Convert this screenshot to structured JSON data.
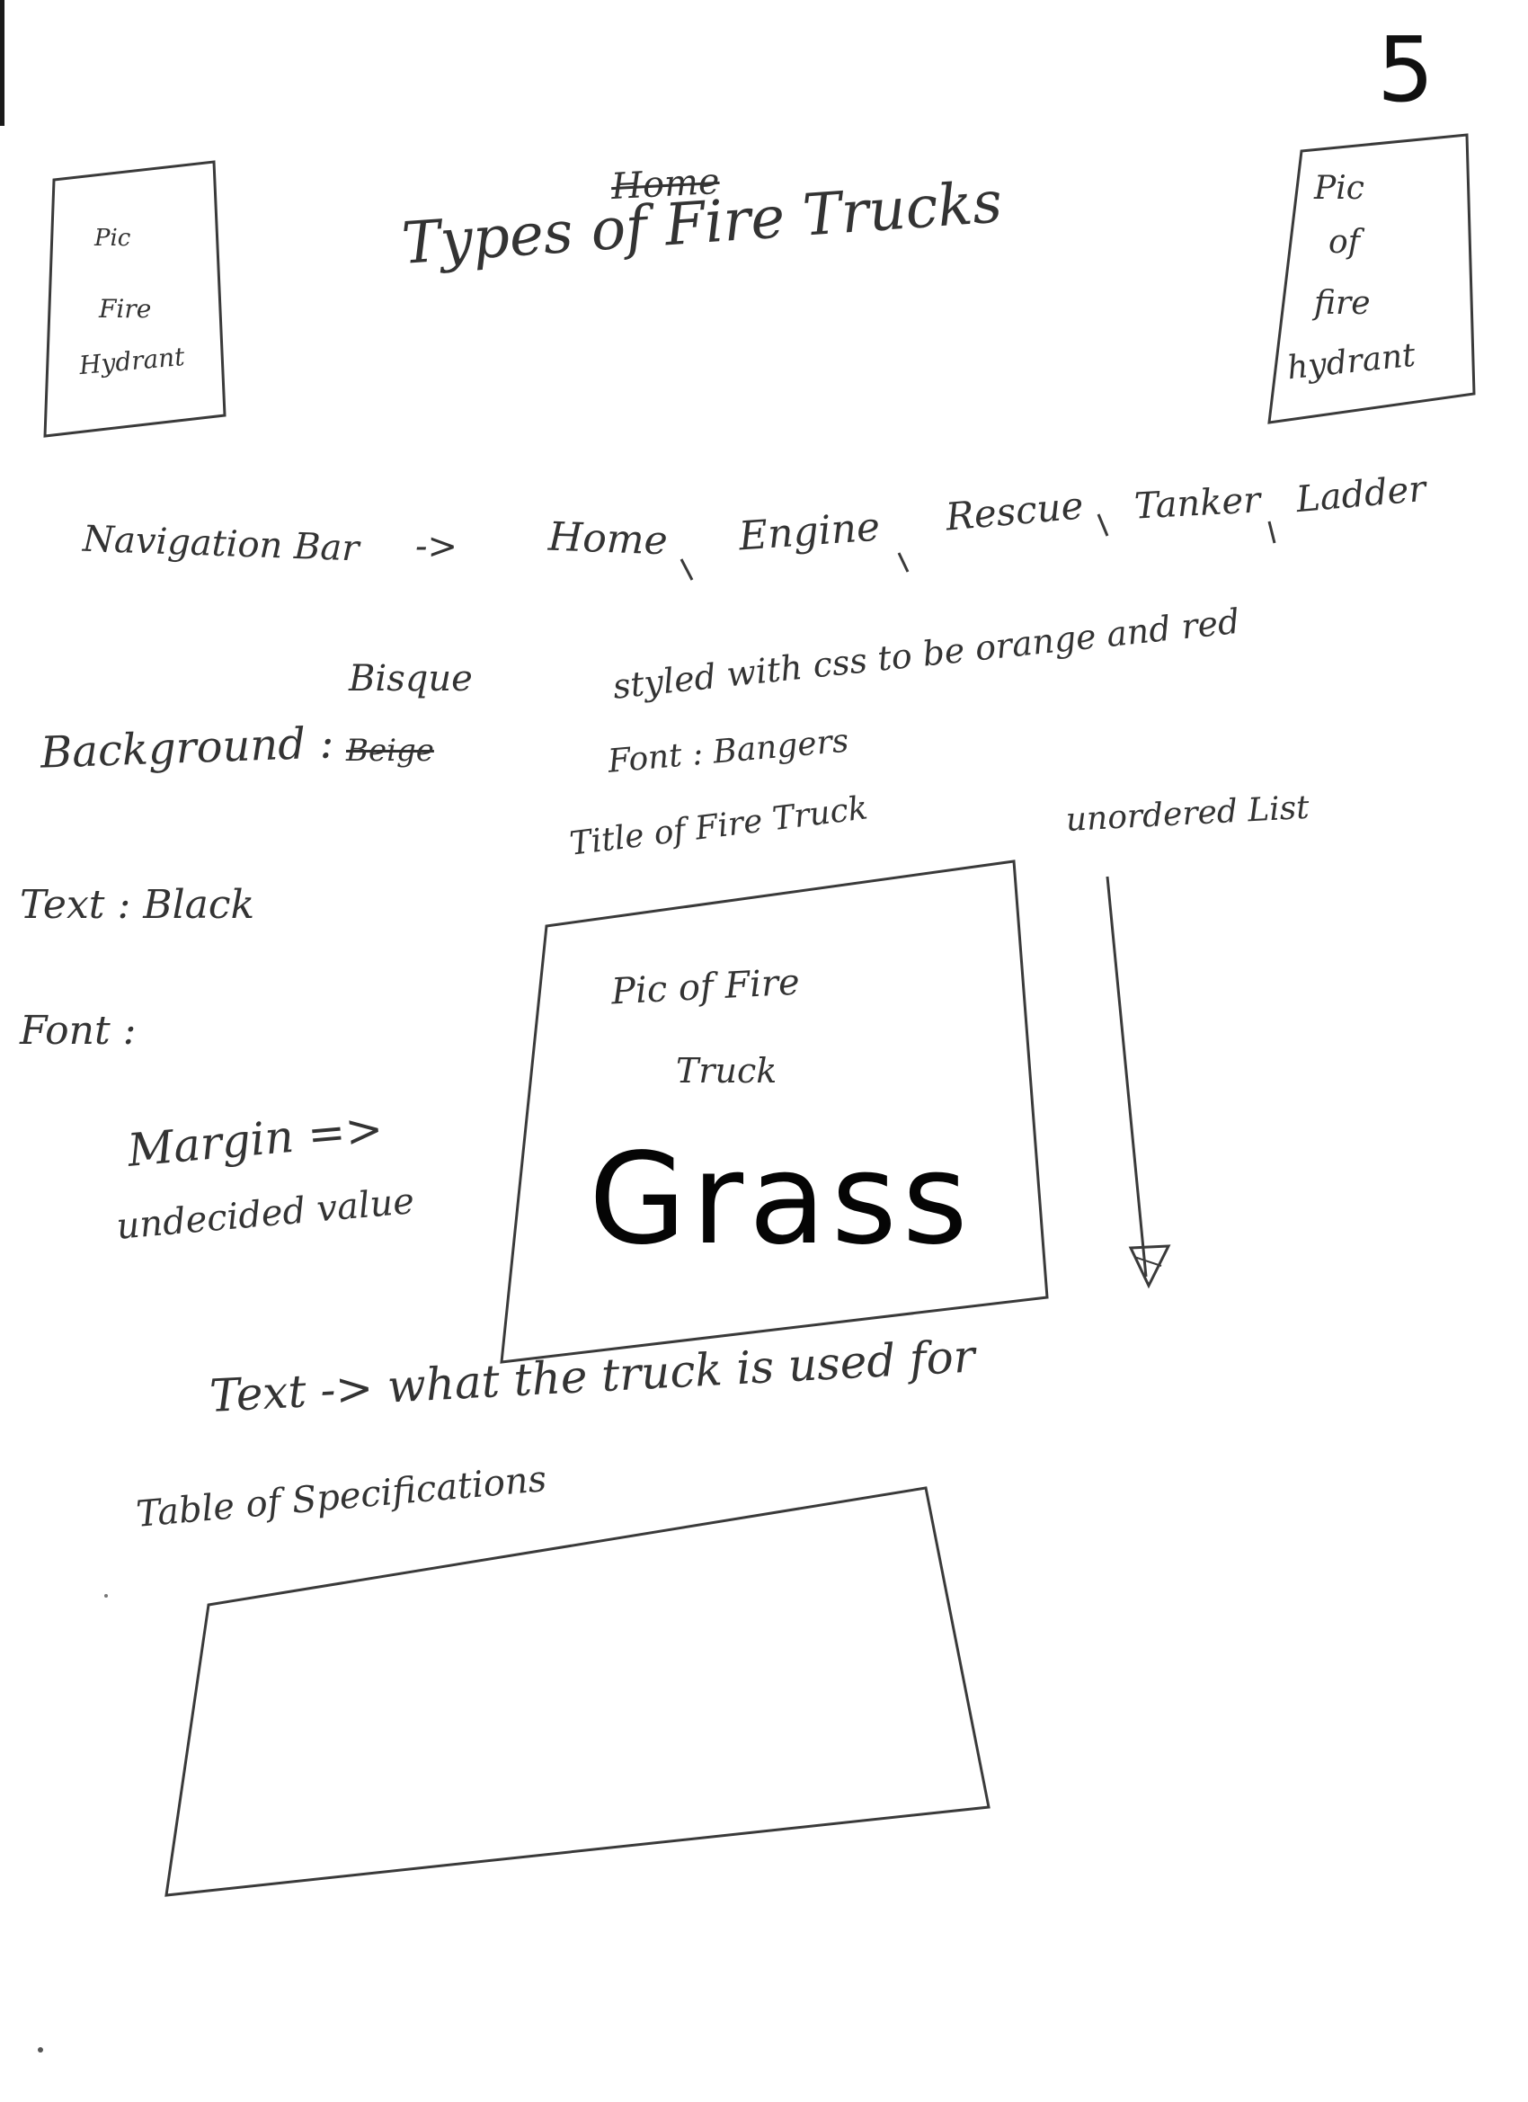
{
  "page_number": "5",
  "header": {
    "struck_word": "Home",
    "title": "Types of Fire Trucks"
  },
  "left_box": {
    "line1": "Pic",
    "line2": "Fire",
    "line3": "Hydrant"
  },
  "right_box": {
    "line1": "Pic",
    "line2": "of",
    "line3": "fire",
    "line4": "hydrant"
  },
  "navigation": {
    "label": "Navigation Bar",
    "arrow": "->",
    "items": [
      "Home",
      "Engine",
      "Rescue",
      "Tanker",
      "Ladder"
    ],
    "separator": ","
  },
  "styling_note": "styled with css to be orange and red",
  "background": {
    "label": "Background :",
    "struck_value": "Beige",
    "value": "Bisque"
  },
  "font_note": "Font : Bangers",
  "title_note": "Title of Fire Truck",
  "list_note": "unordered List",
  "text_note": "Text : Black",
  "font_label": "Font :",
  "margin_note": {
    "line1": "Margin =>",
    "line2": "undecided value"
  },
  "picture_box": {
    "line1": "Pic of Fire",
    "line2": "Truck",
    "big_word": "Grass"
  },
  "description_note": "Text -> what the truck is used for",
  "table_label": "Table of Specifications"
}
